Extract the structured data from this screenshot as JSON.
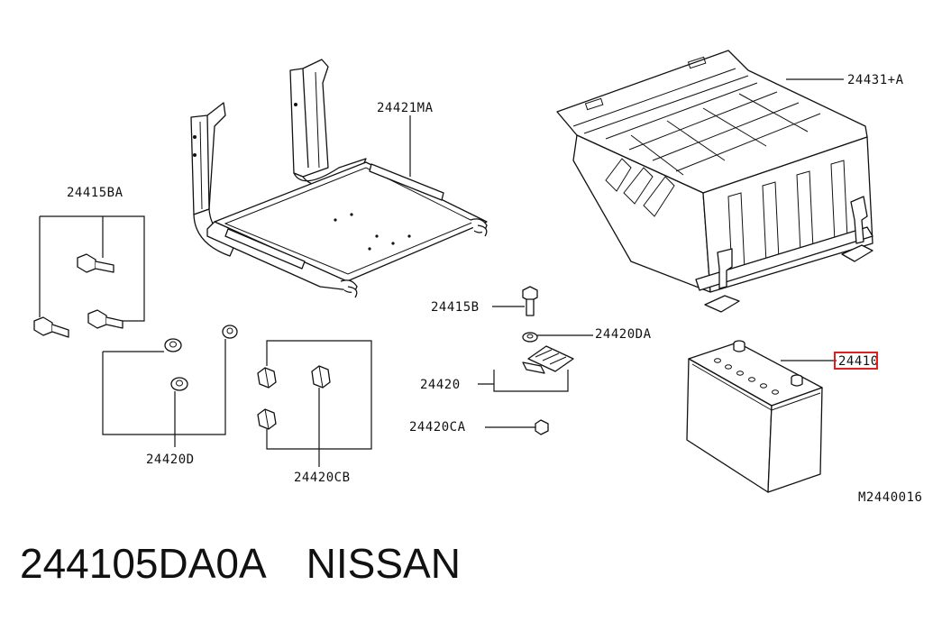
{
  "diagram": {
    "callouts": {
      "tray": "24421MA",
      "cover": "24431+A",
      "bolt_set": "24415BA",
      "bolt": "24415B",
      "washer_da": "24420DA",
      "clamp": "24420",
      "nut_ca": "24420CA",
      "washers_d": "24420D",
      "nuts_cb": "24420CB",
      "battery": "24410"
    },
    "figure_code": "M2440016"
  },
  "caption": {
    "part_number": "244105DA0A",
    "brand": "NISSAN"
  },
  "colors": {
    "line": "#111111",
    "highlight": "#e02020",
    "background": "#ffffff"
  }
}
